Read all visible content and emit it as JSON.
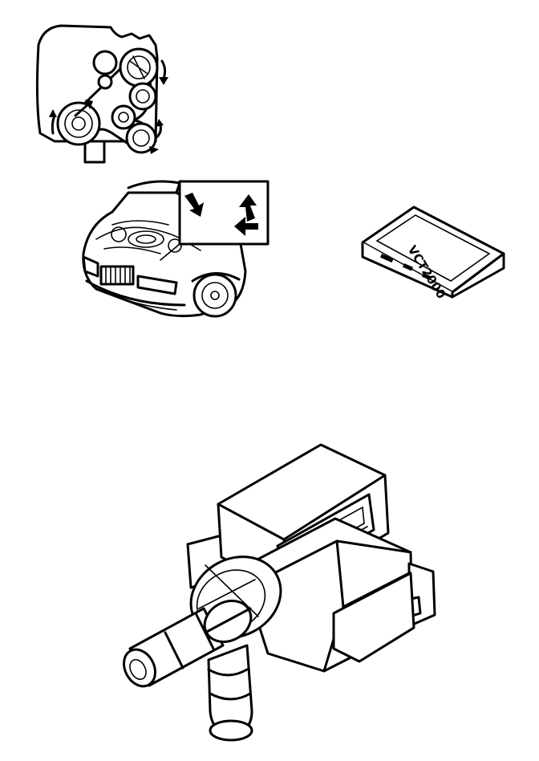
{
  "figures": {
    "belt_diagram": {
      "icon": "engine-belt-diagram"
    },
    "car_view": {
      "icon": "car-hood-open-with-arrows"
    },
    "scan_tool": {
      "icon": "diagnostic-tool",
      "label": "VCT2000"
    },
    "solenoid_valve": {
      "icon": "solenoid-valve"
    }
  }
}
